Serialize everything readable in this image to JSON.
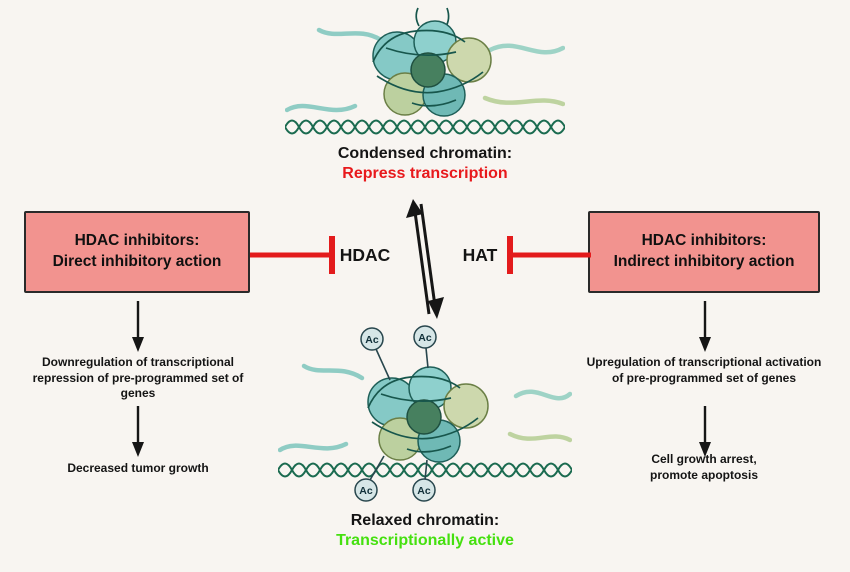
{
  "colors": {
    "background": "#f8f5f1",
    "box_fill": "#f2938f",
    "box_border": "#2a2a2a",
    "repress_red": "#e8191c",
    "active_green": "#45e00f",
    "inhibit_red": "#e31b1c"
  },
  "condensed_chromatin": {
    "title": "Condensed chromatin:",
    "subtitle": "Repress transcription"
  },
  "relaxed_chromatin": {
    "title": "Relaxed chromatin:",
    "subtitle": "Transcriptionally active"
  },
  "enzymes": {
    "hdac": "HDAC",
    "hat": "HAT"
  },
  "left_pathway": {
    "box_line1": "HDAC inhibitors:",
    "box_line2": "Direct inhibitory action",
    "step1": "Downregulation of transcriptional repression of pre-programmed set of genes",
    "step2": "Decreased tumor growth"
  },
  "right_pathway": {
    "box_line1": "HDAC inhibitors:",
    "box_line2": "Indirect inhibitory action",
    "step1": "Upregulation of transcriptional activation of pre-programmed set of genes",
    "step2": "Cell growth arrest,\npromote apoptosis"
  },
  "acetyl_label": "Ac"
}
